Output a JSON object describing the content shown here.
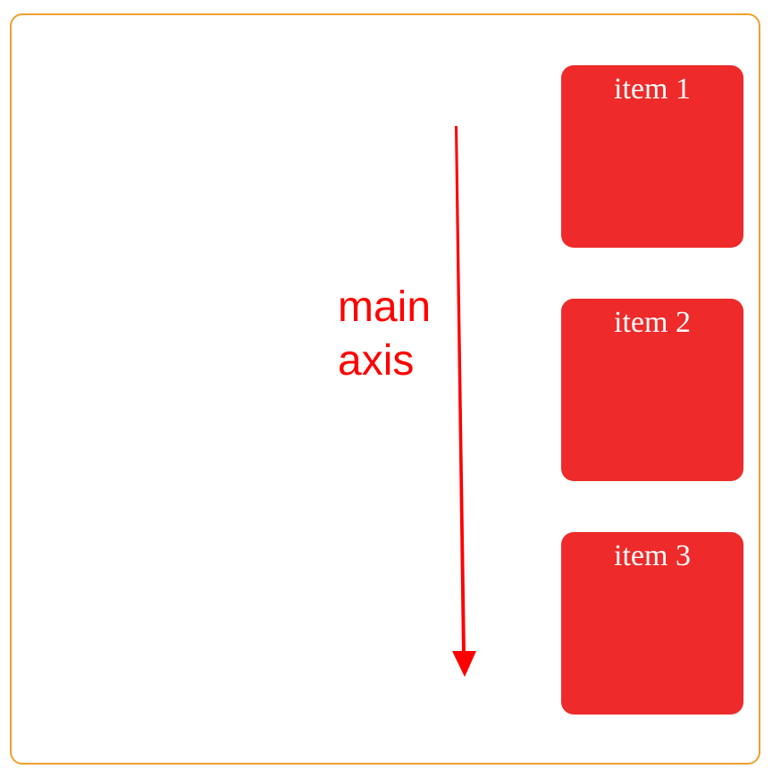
{
  "diagram": {
    "axis_label": "main\naxis",
    "items": [
      {
        "label": "item 1"
      },
      {
        "label": "item 2"
      },
      {
        "label": "item 3"
      }
    ],
    "colors": {
      "container_border": "#f0a030",
      "item_fill": "#ee2a2a",
      "item_text": "#ffffff",
      "axis": "#ff0000"
    }
  }
}
